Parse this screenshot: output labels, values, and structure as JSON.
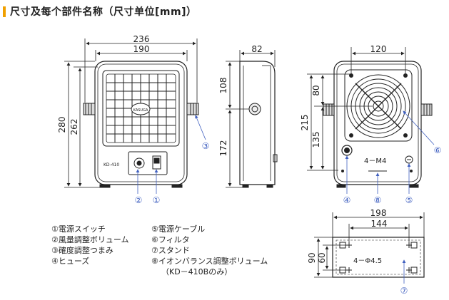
{
  "header": {
    "title": "尺寸及每个部件名称（尺寸单位[mm]）"
  },
  "dims": {
    "front_width_total": "236",
    "front_width_inner": "190",
    "front_height_total": "280",
    "front_height_inner": "262",
    "side_depth": "82",
    "side_upper": "108",
    "side_lower": "172",
    "rear_fan_span": "120",
    "rear_height": "215",
    "rear_upper": "80",
    "rear_lower": "135",
    "stand_width": "198",
    "stand_hole_span": "144",
    "stand_depth": "90",
    "stand_hole_depth": "60"
  },
  "labels": {
    "model": "KD-410",
    "brand": "KASUGA",
    "screw": "4－M4",
    "holes": "4－Φ4.5"
  },
  "markers": {
    "m1": "①",
    "m2": "②",
    "m3": "③",
    "m4": "④",
    "m5": "⑤",
    "m6": "⑥",
    "m7": "⑦",
    "m8": "⑧"
  },
  "legend_left": [
    "①電源スイッチ",
    "②風量調整ボリューム",
    "③確度調整つまみ",
    "④ヒューズ"
  ],
  "legend_right": [
    "⑤電源ケーブル",
    "⑥フィルタ",
    "⑦スタンド",
    "⑧イオンバランス調整ボリューム",
    "（KD－410Bのみ）"
  ],
  "colors": {
    "accent": "#f0a000",
    "marker": "#4060c0",
    "line": "#222222"
  }
}
